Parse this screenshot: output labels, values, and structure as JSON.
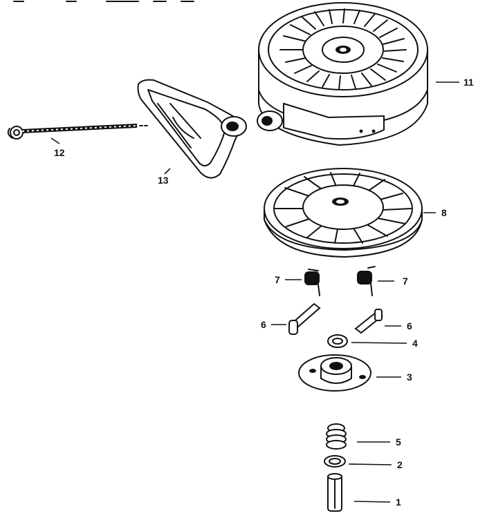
{
  "diagram": {
    "labels": {
      "p1": "1",
      "p2": "2",
      "p3": "3",
      "p4": "4",
      "p5": "5",
      "p6a": "6",
      "p6b": "6",
      "p7a": "7",
      "p7b": "7",
      "p8": "8",
      "p11": "11",
      "p12": "12",
      "p13": "13"
    },
    "colors": {
      "ink": "#111111",
      "paper": "#ffffff"
    }
  }
}
